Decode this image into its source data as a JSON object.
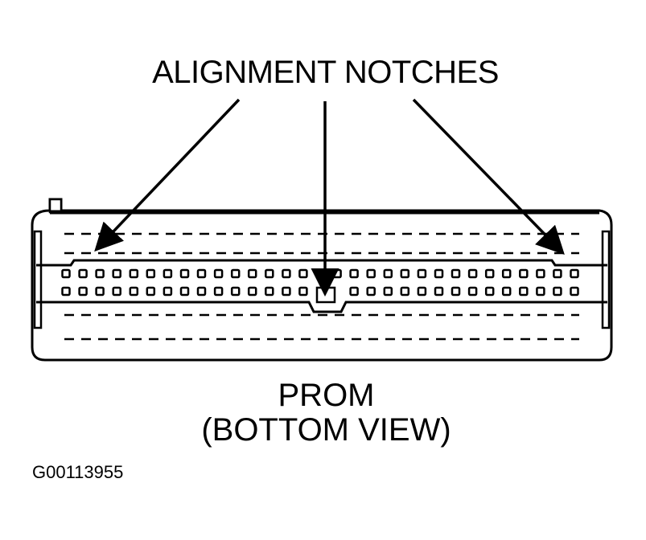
{
  "diagram": {
    "title": "ALIGNMENT NOTCHES",
    "caption_line1": "PROM",
    "caption_line2": "(BOTTOM VIEW)",
    "figure_id": "G00113955",
    "arrow_count": 3,
    "pin_rows": 2,
    "pins_per_row": 31,
    "ink_color": "#000000",
    "background_color": "#ffffff"
  }
}
